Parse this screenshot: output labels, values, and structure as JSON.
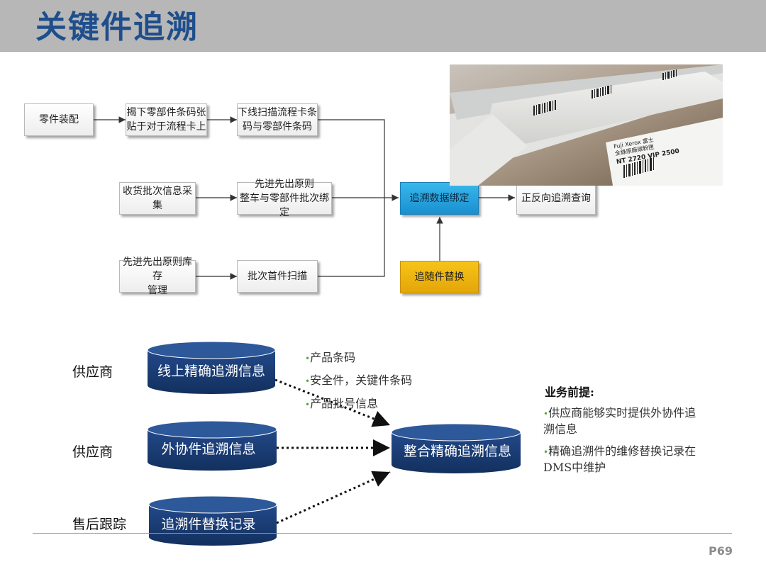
{
  "title": "关键件追溯",
  "flow": {
    "row1": [
      "零件装配",
      "揭下零部件条码张\n贴于对于流程卡上",
      "下线扫描流程卡条\n码与零部件条码"
    ],
    "row2": [
      "收货批次信息采集",
      "先进先出原则\n整车与零部件批次绑定"
    ],
    "row3": [
      "先进先出原则库存\n管理",
      "批次首件扫描"
    ],
    "bind": "追溯数据绑定",
    "query": "正反向追溯查询",
    "replace": "追随件替换"
  },
  "label_photo": {
    "label_text_1": "Fuji Xerox 富士",
    "label_text_2": "全錄原廠碳粉匣",
    "label_text_3": "NT 2720  VIP 2500"
  },
  "sources": [
    {
      "label": "供应商",
      "db": "线上精确追溯信息"
    },
    {
      "label": "供应商",
      "db": "外协件追溯信息"
    },
    {
      "label": "售后跟踪",
      "db": "追溯件替换记录"
    }
  ],
  "target_db": "整合精确追溯信息",
  "bullets": [
    "产品条码",
    "安全件，关键件条码",
    "产品批号信息"
  ],
  "premise": {
    "title": "业务前提:",
    "items": [
      "供应商能够实时提供外协件追溯信息",
      "精确追溯件的维修替换记录在DMS中维护"
    ]
  },
  "page_number": "P69",
  "colors": {
    "title": "#1f4e8c",
    "db_fill": "#1a3f7a",
    "bind_box": "#1a8fcf",
    "replace_box": "#f0b412",
    "bullet": "#5aa832"
  }
}
